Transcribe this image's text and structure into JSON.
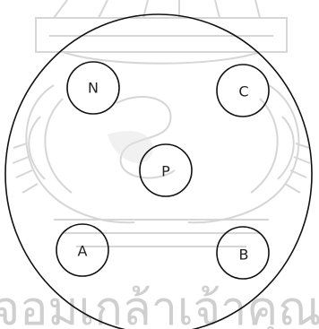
{
  "diagram": {
    "nodes": [
      {
        "id": "N",
        "label": "N"
      },
      {
        "id": "C",
        "label": "C"
      },
      {
        "id": "P",
        "label": "P"
      },
      {
        "id": "A",
        "label": "A"
      },
      {
        "id": "B",
        "label": "B"
      }
    ]
  },
  "watermark": {
    "text": "จอมเกล้าเจ้าคุณ",
    "kind": "university seal watermark"
  },
  "colors": {
    "stroke": "#111111",
    "watermark": "#d6d6d6"
  }
}
